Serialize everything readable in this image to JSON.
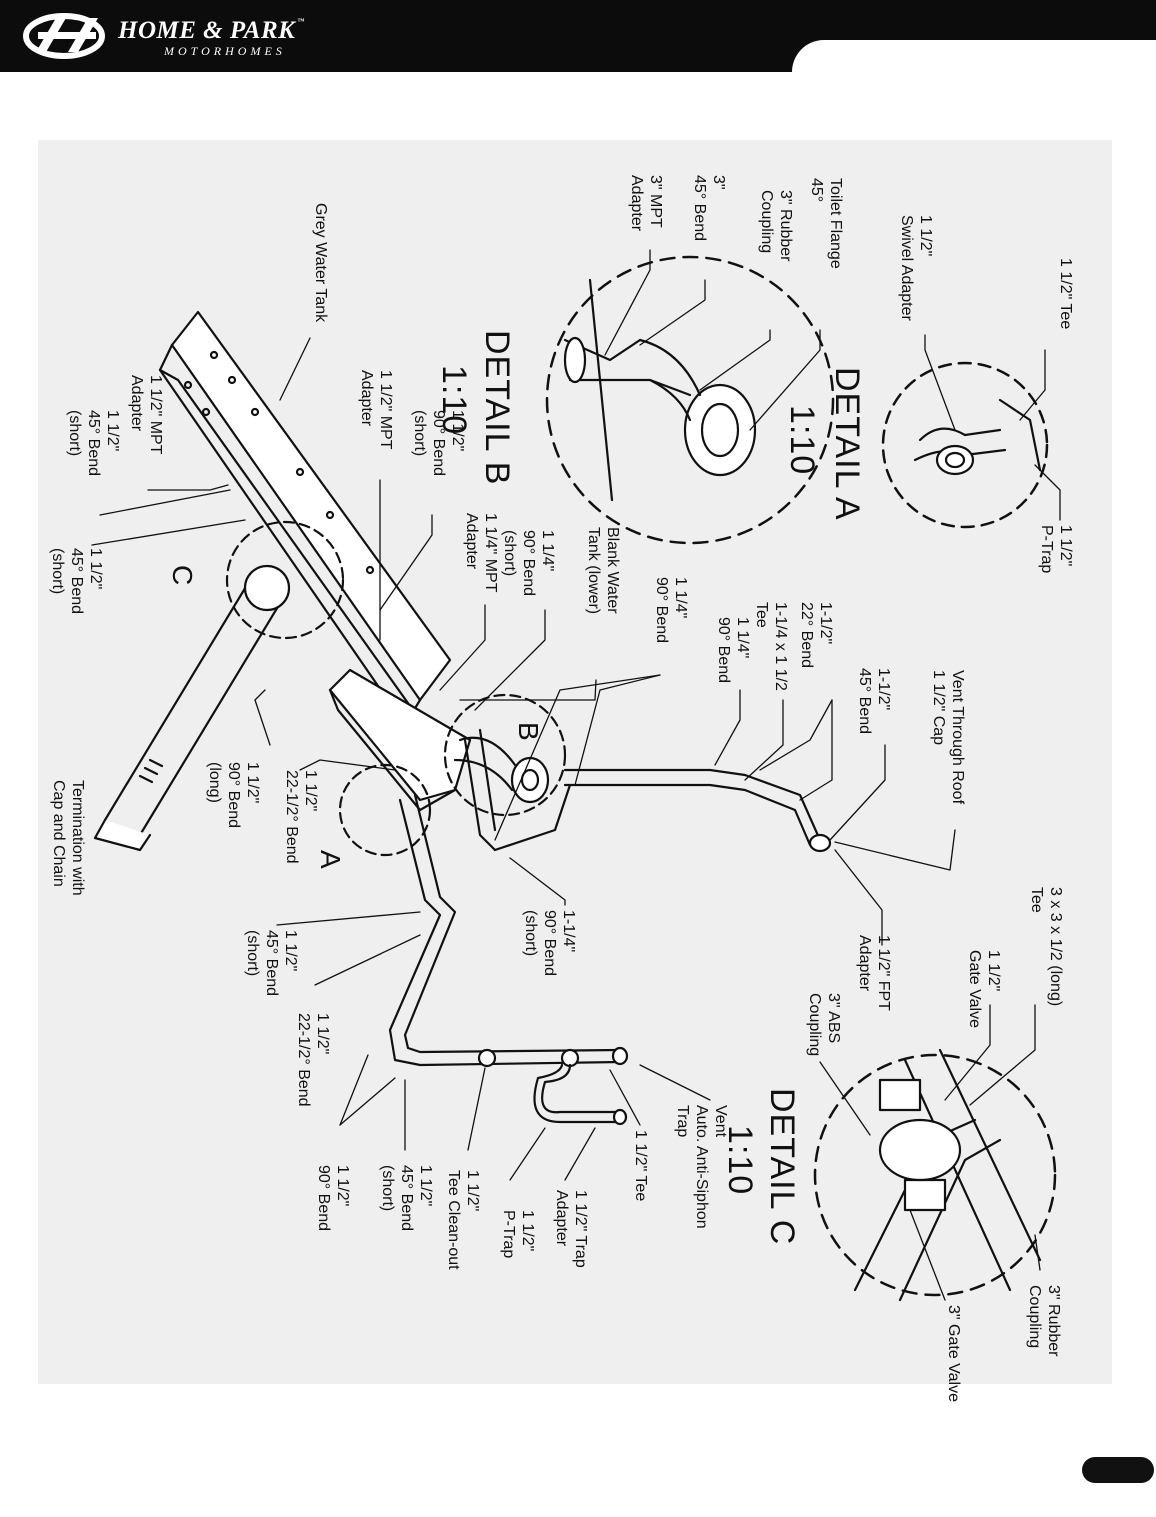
{
  "brand": {
    "name": "HOME & PARK",
    "tm": "™",
    "tagline": "MOTORHOMES"
  },
  "details": {
    "a": {
      "title": "DETAIL A",
      "scale": "1:10"
    },
    "b": {
      "title": "DETAIL B",
      "scale": "1:10"
    },
    "c": {
      "title": "DETAIL C",
      "scale": "1:10"
    },
    "markers": {
      "a": "A",
      "b": "B",
      "c": "C"
    }
  },
  "labels": {
    "tee_112": "1 1/2\" Tee",
    "swivel_adapter": "1 1/2\"\nSwivel Adapter",
    "ptrap_a": "1 1/2\"\nP-Trap",
    "toilet_flange": "Toilet Flange\n45°",
    "rubber_coupling_3": "3\" Rubber\nCoupling",
    "bend_45_3": "3\"\n45° Bend",
    "mpt_adapter_3": "3\" MPT\nAdapter",
    "grey_water_tank": "Grey Water Tank",
    "bend90_short_112": "1 1/2\"\n90° Bend\n(short)",
    "mpt_adapter_112_b": "1 1/2\" MPT\nAdapter",
    "mpt_adapter_112_c": "1 1/2\" MPT\nAdapter",
    "bend45_short_112_top": "1 1/2\"\n45° Bend\n(short)",
    "bend45_short_112_c": "1 1/2\"\n45° Bend\n(short)",
    "blank_water_tank": "Blank Water\nTank (lower)",
    "bend90_short_114": "1 1/4\"\n90° Bend\n(short)",
    "mpt_adapter_114": "1 1/4\" MPT\nAdapter",
    "bend90_114_top": "1 1/4\"\n90° Bend",
    "bend22_112": "1-1/2\"\n22° Bend",
    "tee_114x112": "1-1/4 x 1 1/2\nTee",
    "bend90_114": "1 1/4\"\n90° Bend",
    "bend45_112_top": "1-1/2\"\n45° Bend",
    "vent_through_roof": "Vent Through Roof\n1 1/2\" Cap",
    "bend90_long_112": "1 1/2\"\n90° Bend\n(long)",
    "bend225_112_a": "1 1/2\"\n22-1/2° Bend",
    "termination": "Termination with\nCap and Chain",
    "bend90_short_114_b": "1-1/4\"\n90° Bend\n(short)",
    "fpt_adapter": "1 1/2\" FPT\nAdapter",
    "bend45_short_mid": "1 1/2\"\n45° Bend\n(short)",
    "bend225_mid": "1 1/2\"\n22-1/2° Bend",
    "bend90_bottom": "1 1/2\"\n90° Bend",
    "bend45_short_bottom": "1 1/2\"\n45° Bend\n(short)",
    "tee_cleanout": "1 1/2\"\nTee Clean-out",
    "ptrap_bottom": "1 1/2\"\nP-Trap",
    "trap_adapter": "1 1/2\" Trap\nAdapter",
    "tee_112_bottom": "1 1/2\" Tee",
    "vent_trap": "Vent\nAuto. Anti-Siphon\nTrap",
    "tee_3x3": "3 x 3 x 1/2 (long)\nTee",
    "gate_valve_112": "1 1/2\"\nGate Valve",
    "abs_coupling_3": "3\" ABS\nCoupling",
    "rubber_coupling_3c": "3\" Rubber\nCoupling",
    "gate_valve_3": "3\" Gate Valve"
  }
}
